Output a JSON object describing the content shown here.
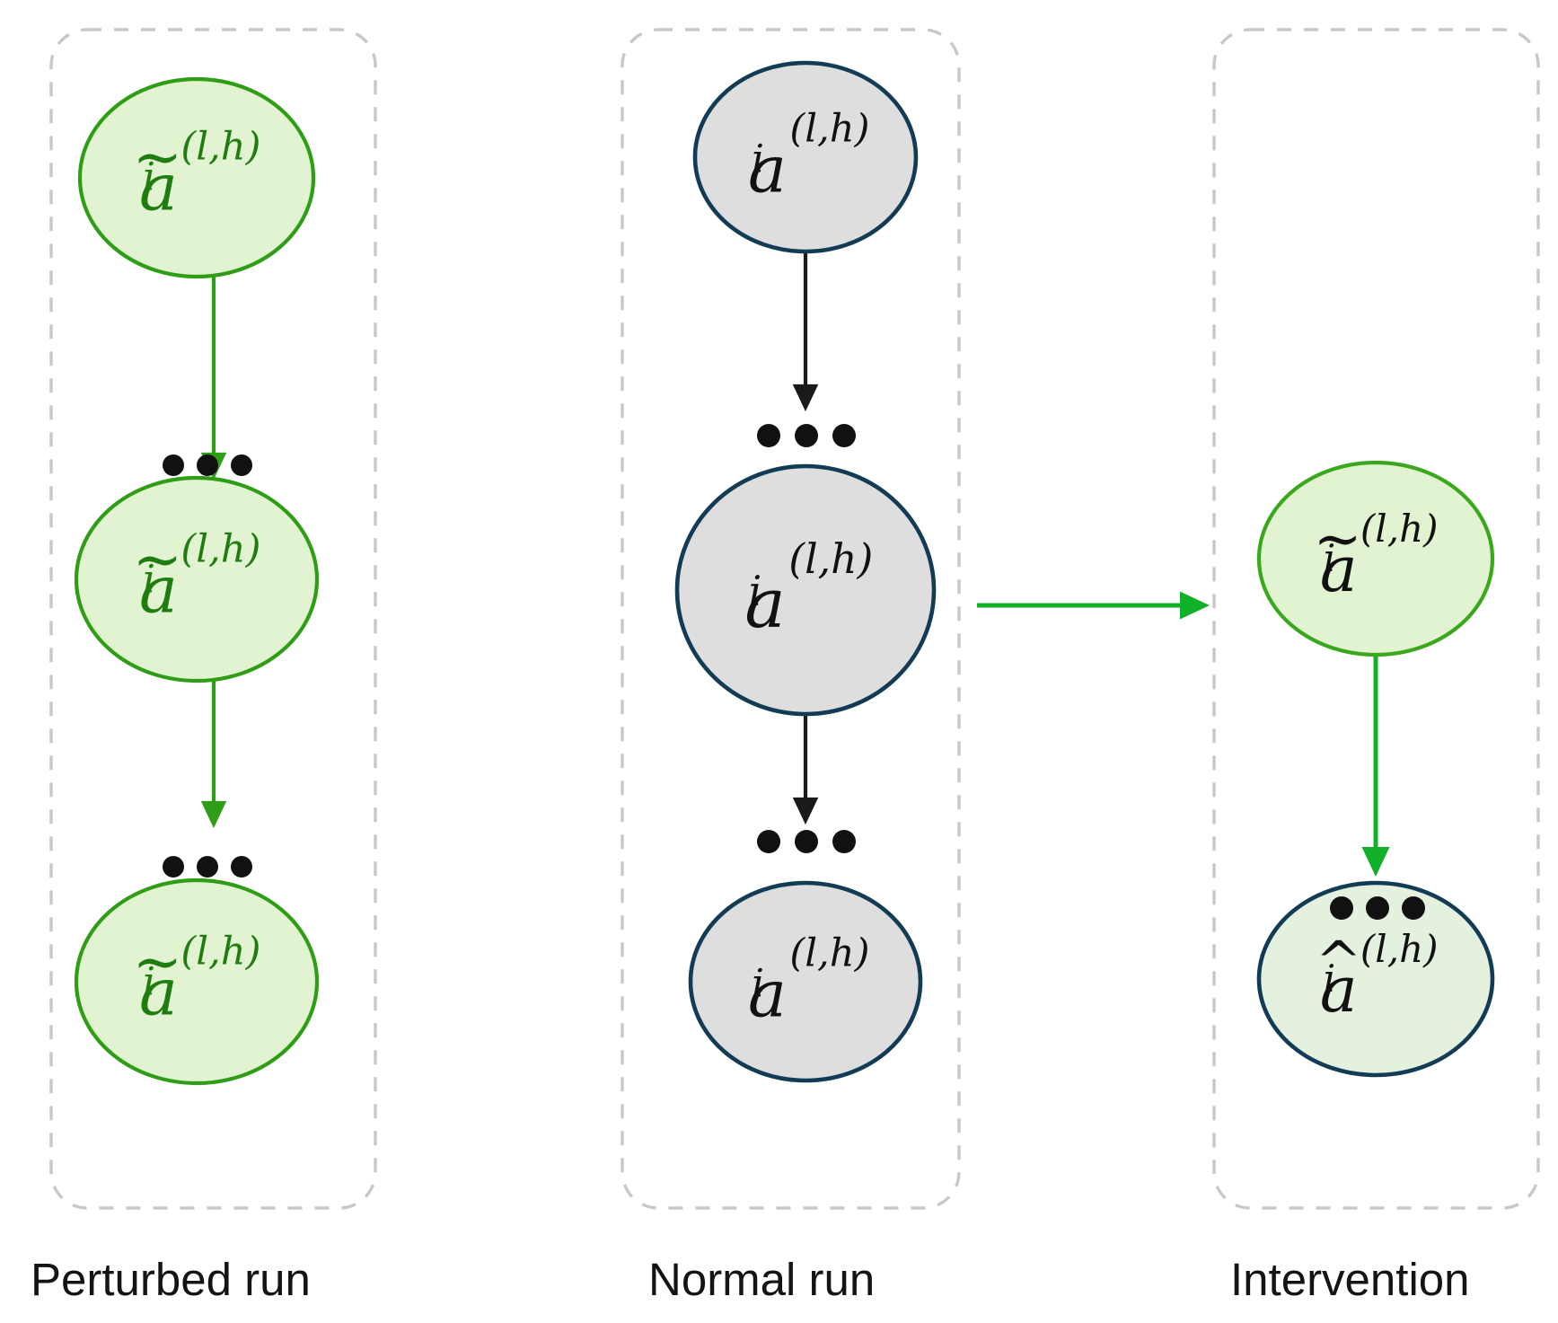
{
  "figure": {
    "title": "Activation patching diagram: perturbed run, normal run, and intervention",
    "background": "#ffffff",
    "colors": {
      "green_stroke": "#2f9e16",
      "green_fill": "#e2f3d2",
      "green_text": "#1e7d0e",
      "navy_stroke": "#123c55",
      "gray_fill": "#dedede",
      "mixed_fill": "#e4f1de",
      "arrow_black": "#1a1a1a",
      "arrow_green_bright": "#10b028",
      "dashed_box": "#c8c8c8",
      "caption_text": "#141414"
    }
  },
  "columns": [
    {
      "id": "perturbed",
      "caption": "Perturbed run",
      "nodes": [
        {
          "id": "perturbed-node-top",
          "base": "a",
          "accent": "~",
          "sup": "(l,h)",
          "sub": "i",
          "fill": "green",
          "stroke": "green",
          "text": "green"
        },
        {
          "id": "perturbed-node-middle",
          "base": "a",
          "accent": "~",
          "sup": "(l,h)",
          "sub": "i",
          "fill": "green",
          "stroke": "green",
          "text": "green"
        },
        {
          "id": "perturbed-node-bottom",
          "base": "a",
          "accent": "~",
          "sup": "(l,h)",
          "sub": "i",
          "fill": "green",
          "stroke": "green",
          "text": "green"
        }
      ],
      "ellipsis_count": 2,
      "arrow_color": "green"
    },
    {
      "id": "normal",
      "caption": "Normal run",
      "nodes": [
        {
          "id": "normal-node-top",
          "base": "a",
          "accent": "",
          "sup": "(l,h)",
          "sub": "i",
          "fill": "gray",
          "stroke": "navy",
          "text": "black"
        },
        {
          "id": "normal-node-middle",
          "base": "a",
          "accent": "",
          "sup": "(l,h)",
          "sub": "i",
          "fill": "gray",
          "stroke": "navy",
          "text": "black"
        },
        {
          "id": "normal-node-bottom",
          "base": "a",
          "accent": "",
          "sup": "(l,h)",
          "sub": "i",
          "fill": "gray",
          "stroke": "navy",
          "text": "black"
        }
      ],
      "ellipsis_count": 2,
      "arrow_color": "black"
    },
    {
      "id": "intervention",
      "caption": "Intervention",
      "nodes": [
        {
          "id": "intervention-node-top",
          "base": "a",
          "accent": "~",
          "sup": "(l,h)",
          "sub": "i",
          "fill": "green",
          "stroke": "green",
          "text": "black"
        },
        {
          "id": "intervention-node-bottom",
          "base": "a",
          "accent": "^",
          "sup": "(l,h)",
          "sub": "i",
          "fill": "mixed",
          "stroke": "navy",
          "text": "black"
        }
      ],
      "ellipsis_count": 1,
      "arrow_color": "green-bright"
    }
  ],
  "cross_arrow": {
    "id": "patch-arrow",
    "from": "normal-node-middle",
    "to": "intervention-node-top",
    "color": "green-bright",
    "direction": "right"
  },
  "ellipsis_glyph": "•••"
}
